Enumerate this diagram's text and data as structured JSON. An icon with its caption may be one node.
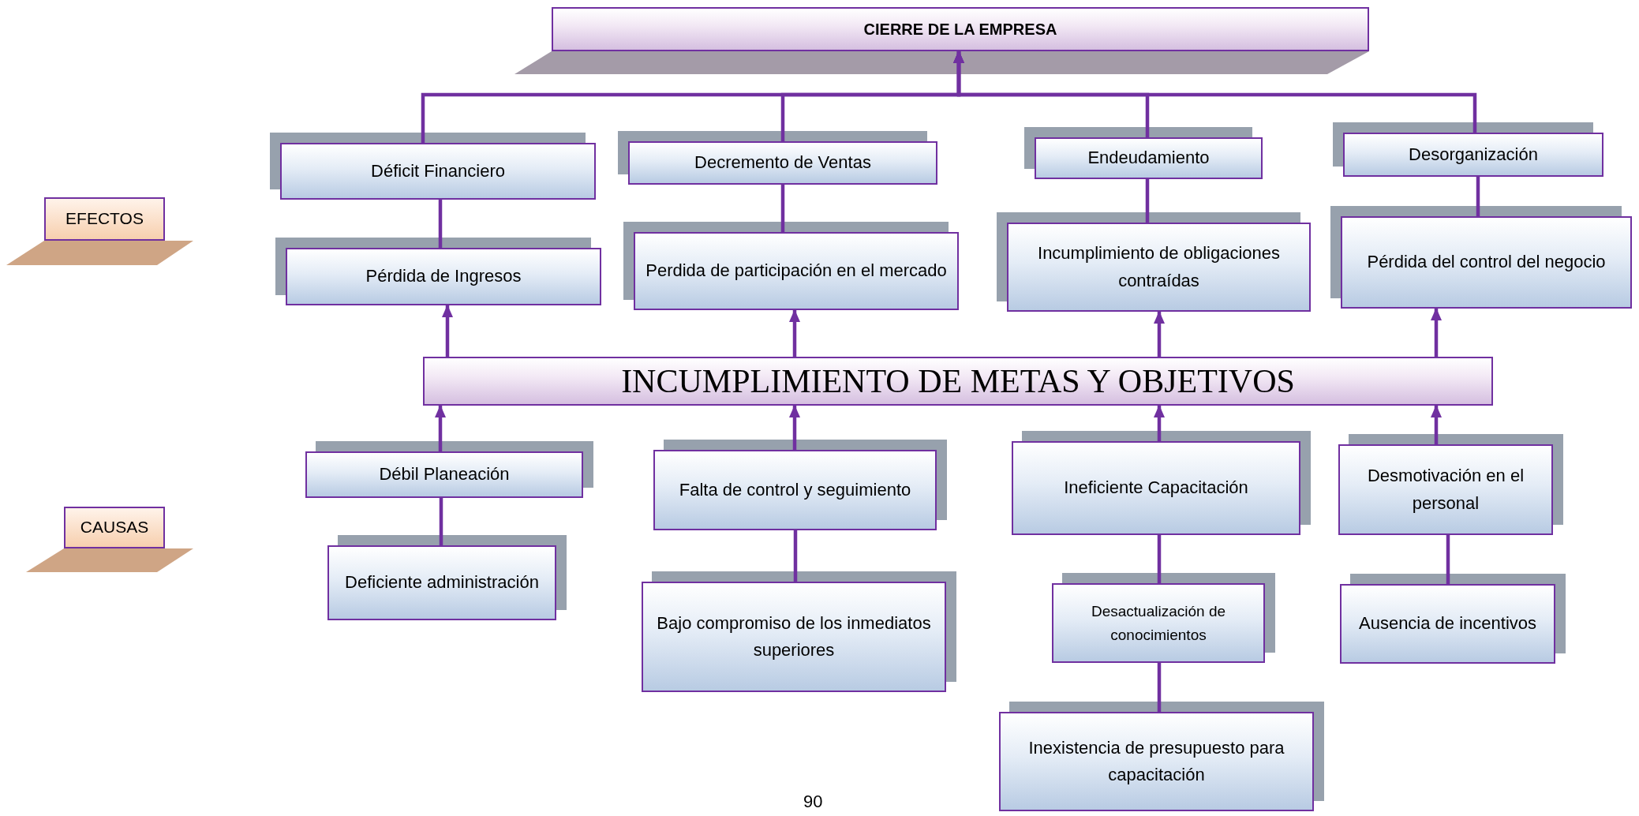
{
  "diagram": {
    "nodes": [
      {
        "text": [
          "CIERRE DE LA EMPRESA"
        ]
      },
      {
        "text": [
          "EFECTOS"
        ]
      },
      {
        "text": [
          "CAUSAS"
        ]
      },
      {
        "text": [
          "Déficit Financiero"
        ]
      },
      {
        "text": [
          "Decremento de Ventas"
        ]
      },
      {
        "text": [
          "Endeudamiento"
        ]
      },
      {
        "text": [
          "Desorganización"
        ]
      },
      {
        "text": [
          "Pérdida de Ingresos"
        ]
      },
      {
        "text": [
          "Perdida de participación en el mercado"
        ]
      },
      {
        "text": [
          "Incumplimiento de obligaciones contraídas"
        ]
      },
      {
        "text": [
          "Pérdida del control del negocio"
        ]
      },
      {
        "text": [
          "INCUMPLIMIENTO DE METAS Y OBJETIVOS"
        ]
      },
      {
        "text": [
          "Débil Planeación"
        ]
      },
      {
        "text": [
          "Falta de control y seguimiento"
        ]
      },
      {
        "text": [
          "Ineficiente Capacitación"
        ]
      },
      {
        "text": [
          "Desmotivación en el personal"
        ]
      },
      {
        "text": [
          "Deficiente administración"
        ]
      },
      {
        "text": [
          "Bajo compromiso  de los inmediatos superiores"
        ]
      },
      {
        "text": [
          "Desactualización de conocimientos"
        ]
      },
      {
        "text": [
          "Ausencia de incentivos"
        ]
      },
      {
        "text": [
          "Inexistencia de presupuesto para capacitación"
        ]
      }
    ],
    "edges": [
      {
        "from": 3,
        "to": 0,
        "arrow": "to"
      },
      {
        "from": 4,
        "to": 0,
        "arrow": "to"
      },
      {
        "from": 5,
        "to": 0,
        "arrow": "to"
      },
      {
        "from": 6,
        "to": 0,
        "arrow": "to"
      },
      {
        "from": 7,
        "to": 3,
        "arrow": "none"
      },
      {
        "from": 8,
        "to": 4,
        "arrow": "none"
      },
      {
        "from": 9,
        "to": 5,
        "arrow": "none"
      },
      {
        "from": 10,
        "to": 6,
        "arrow": "none"
      },
      {
        "from": 11,
        "to": 7,
        "arrow": "to"
      },
      {
        "from": 11,
        "to": 8,
        "arrow": "to"
      },
      {
        "from": 11,
        "to": 9,
        "arrow": "to"
      },
      {
        "from": 11,
        "to": 10,
        "arrow": "to"
      },
      {
        "from": 12,
        "to": 11,
        "arrow": "to"
      },
      {
        "from": 13,
        "to": 11,
        "arrow": "to"
      },
      {
        "from": 14,
        "to": 11,
        "arrow": "to"
      },
      {
        "from": 15,
        "to": 11,
        "arrow": "to"
      },
      {
        "from": 16,
        "to": 12,
        "arrow": "none"
      },
      {
        "from": 17,
        "to": 13,
        "arrow": "none"
      },
      {
        "from": 18,
        "to": 14,
        "arrow": "none"
      },
      {
        "from": 19,
        "to": 15,
        "arrow": "none"
      },
      {
        "from": 20,
        "to": 18,
        "arrow": "none"
      }
    ],
    "labels": [
      "90"
    ]
  }
}
